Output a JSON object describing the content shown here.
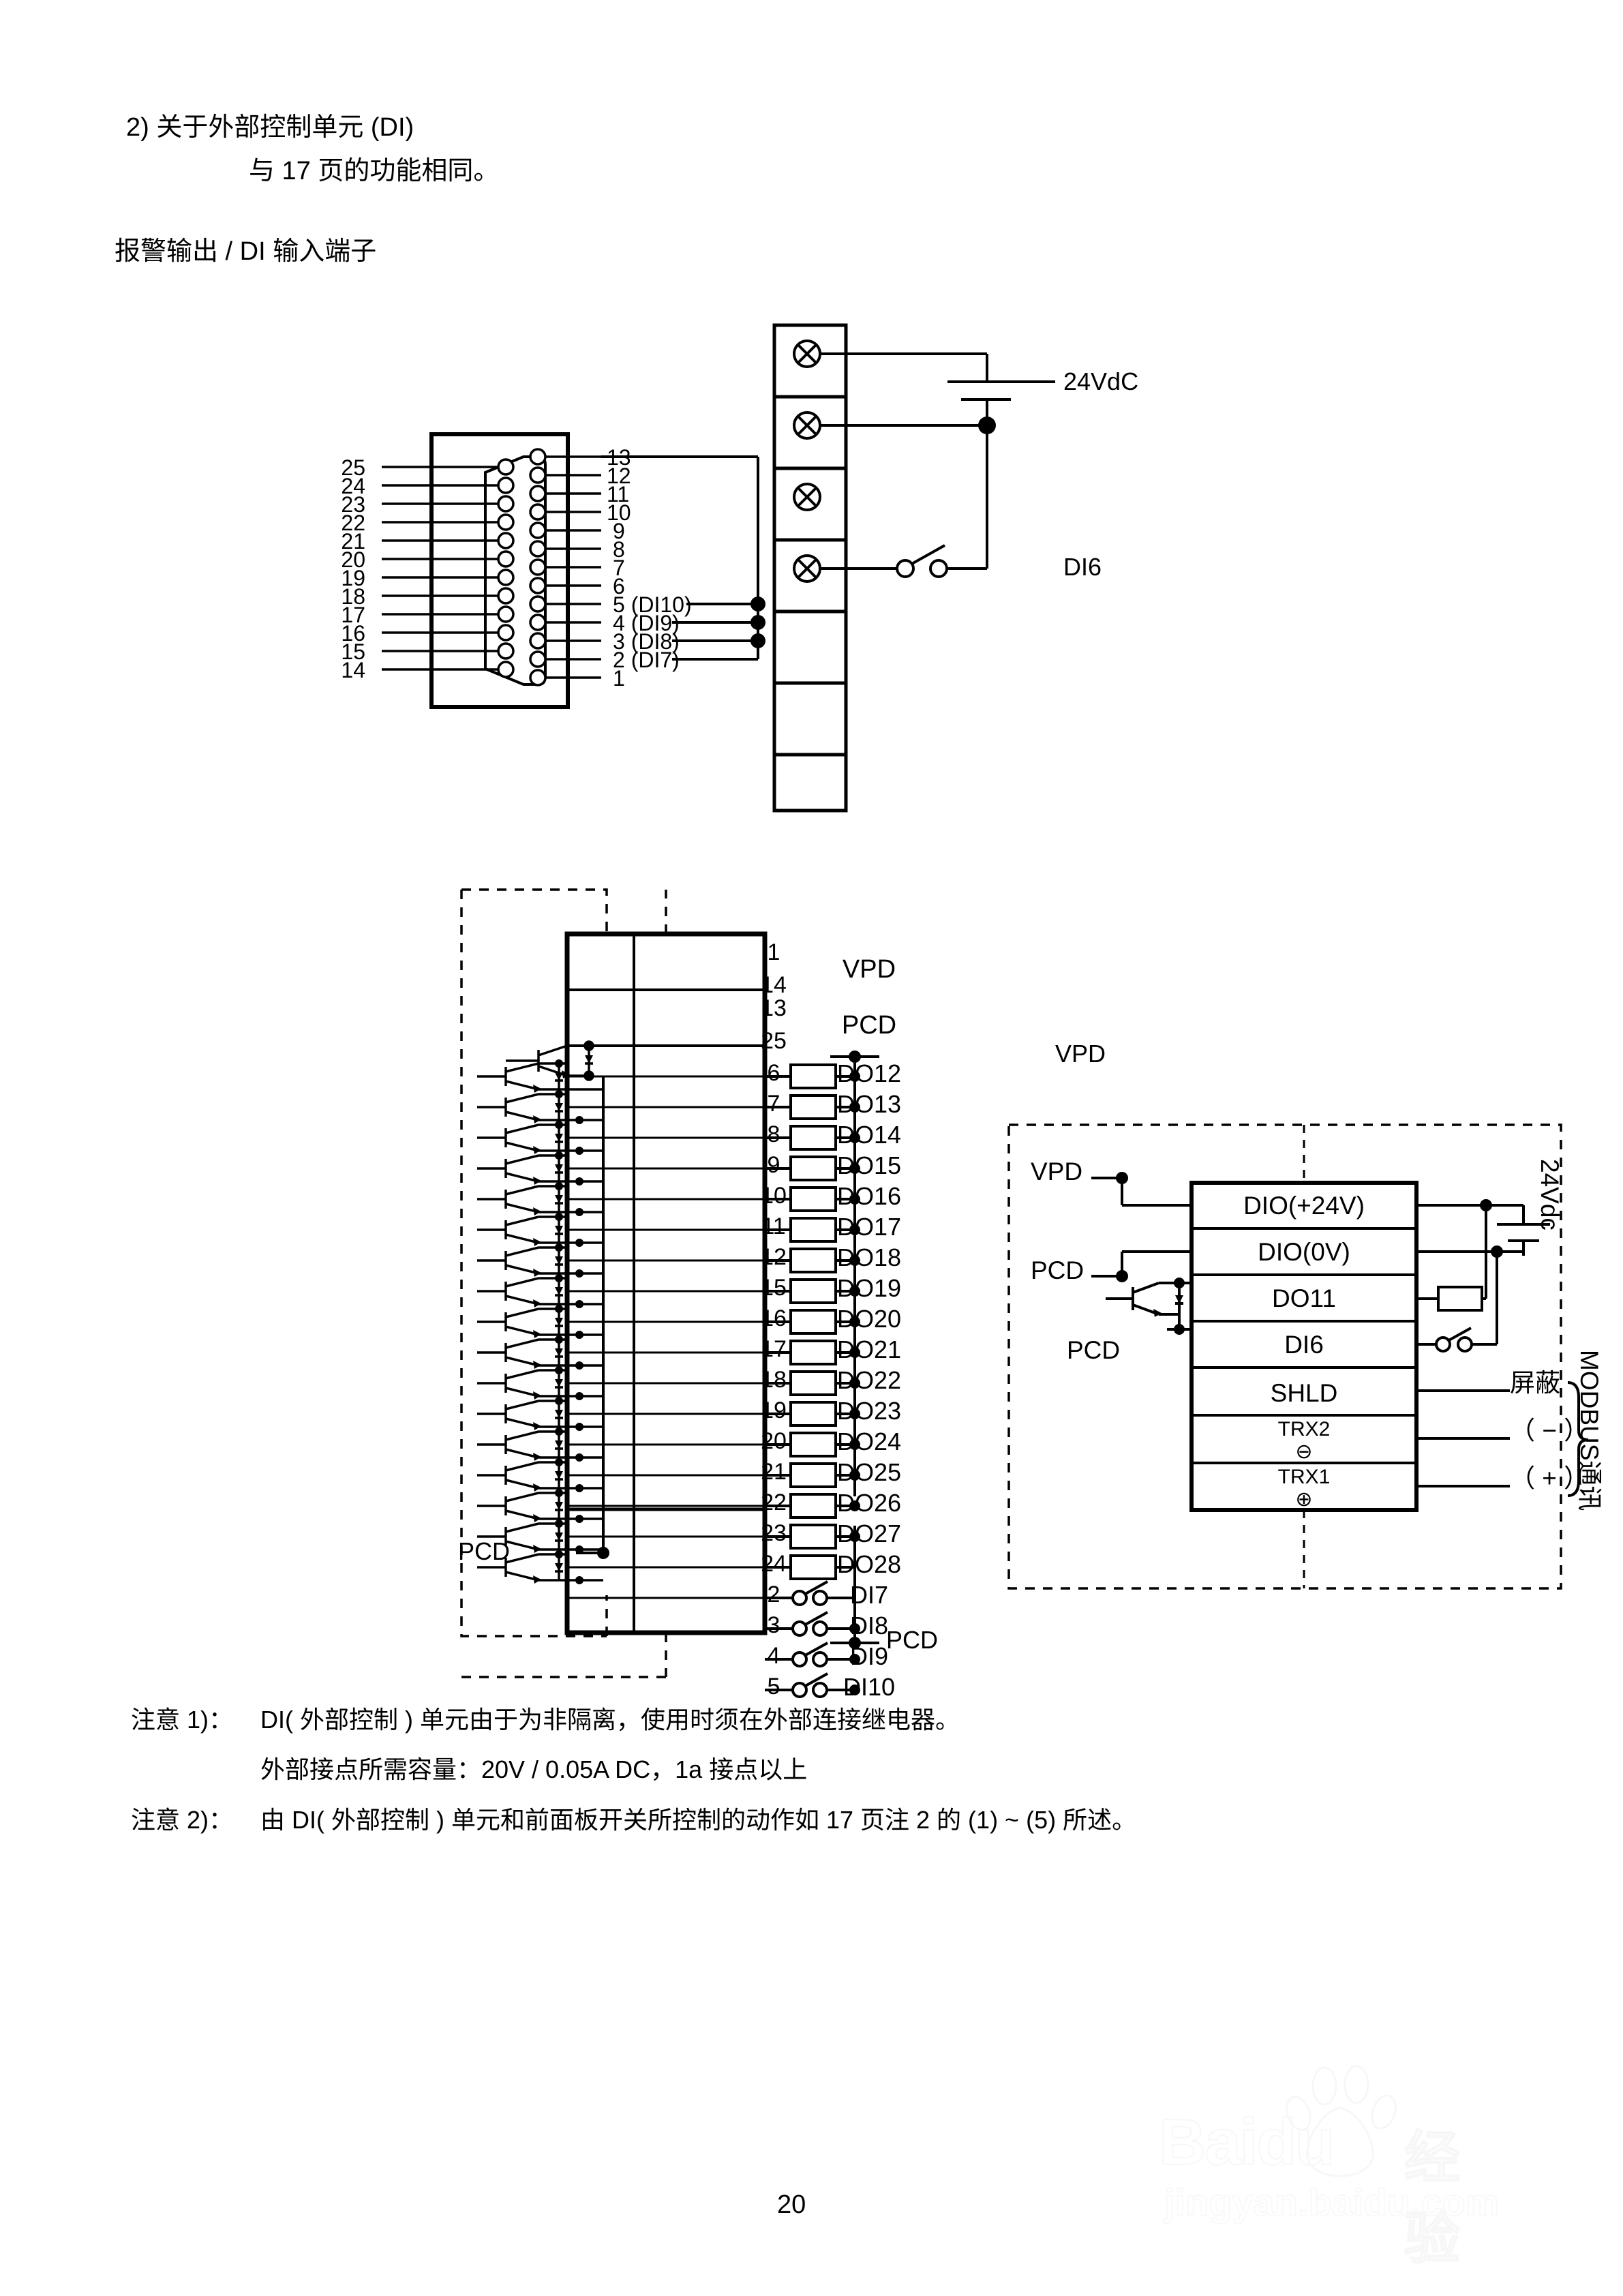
{
  "page": {
    "number": "20",
    "heading_item": "2) 关于外部控制单元 (DI)",
    "heading_sub": "与 17 页的功能相同。",
    "section_title": "报警输出 / DI 输入端子"
  },
  "dsub": {
    "left_pins": [
      "25",
      "24",
      "23",
      "22",
      "21",
      "20",
      "19",
      "18",
      "17",
      "16",
      "15",
      "14"
    ],
    "right_pins": [
      "13",
      "12",
      "11",
      "10",
      "9",
      "8",
      "7",
      "6",
      "5 (DI10)",
      "4 (DI9)",
      "3 (DI8)",
      "2 (DI7)",
      "1"
    ]
  },
  "terminal_block": {
    "supply_label": "24VdC",
    "di_label": "DI6"
  },
  "connector_table": {
    "special_rows": [
      {
        "pin_top": "1",
        "pin_bottom": "14",
        "name": "VPD"
      },
      {
        "pin_top": "13",
        "pin_bottom": "25",
        "name": "PCD"
      }
    ],
    "do_rows": [
      {
        "pin": "6",
        "name": "DO12"
      },
      {
        "pin": "7",
        "name": "DO13"
      },
      {
        "pin": "8",
        "name": "DO14"
      },
      {
        "pin": "9",
        "name": "DO15"
      },
      {
        "pin": "10",
        "name": "DO16"
      },
      {
        "pin": "11",
        "name": "DO17"
      },
      {
        "pin": "12",
        "name": "DO18"
      },
      {
        "pin": "15",
        "name": "DO19"
      },
      {
        "pin": "16",
        "name": "DO20"
      },
      {
        "pin": "17",
        "name": "DO21"
      },
      {
        "pin": "18",
        "name": "DO22"
      },
      {
        "pin": "19",
        "name": "DO23"
      },
      {
        "pin": "20",
        "name": "DO24"
      },
      {
        "pin": "21",
        "name": "DO25"
      },
      {
        "pin": "22",
        "name": "DO26"
      },
      {
        "pin": "23",
        "name": "DO27"
      },
      {
        "pin": "24",
        "name": "DO28"
      }
    ],
    "di_rows": [
      {
        "pin": "2",
        "name": "DI7"
      },
      {
        "pin": "3",
        "name": "DI8"
      },
      {
        "pin": "4",
        "name": "DI9"
      },
      {
        "pin": "5",
        "name": "DI10"
      }
    ],
    "bus_labels": {
      "vpd_right": "VPD",
      "pcd_left": "PCD",
      "pcd_bottom": "PCD"
    }
  },
  "modbus_block": {
    "rows": [
      {
        "name": "DIO(+24V)"
      },
      {
        "name": "DIO(0V)"
      },
      {
        "name": "DO11"
      },
      {
        "name": "DI6"
      },
      {
        "name": "SHLD"
      },
      {
        "name": "TRX2",
        "sign": "⊖"
      },
      {
        "name": "TRX1",
        "sign": "⊕"
      }
    ],
    "left_labels": {
      "vpd": "VPD",
      "pcd_upper": "PCD",
      "pcd_lower": "PCD"
    },
    "right_labels": {
      "supply": "24Vdc",
      "shield": "屏蔽",
      "minus": "（ − ）",
      "plus": "（ + ）",
      "bus_name": "MODBUS通讯"
    }
  },
  "notes": {
    "note1_label": "注意 1)：",
    "note1_text": "DI( 外部控制 ) 单元由于为非隔离，使用时须在外部连接继电器。",
    "note1_line2": "外部接点所需容量：20V / 0.05A DC，1a 接点以上",
    "note2_label": "注意 2)：",
    "note2_text": "由 DI( 外部控制 ) 单元和前面板开关所控制的动作如 17 页注 2 的 (1) ~ (5) 所述。"
  },
  "watermark": {
    "brand": "Baidu",
    "brand_cn": "经验",
    "url": "jingyan.baidu.com"
  }
}
